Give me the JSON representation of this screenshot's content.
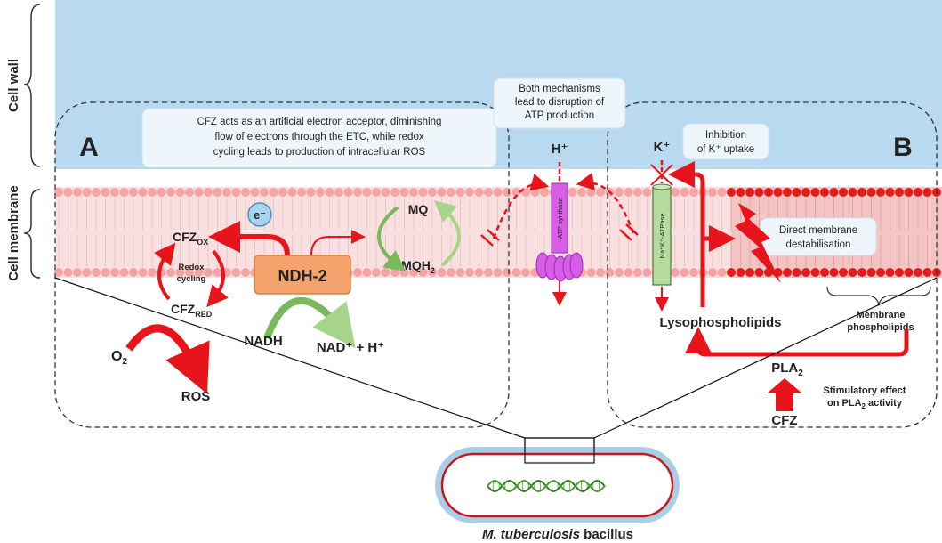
{
  "side_labels": {
    "cell_wall": "Cell wall",
    "cell_membrane": "Cell membrane"
  },
  "panels": {
    "a": {
      "letter": "A",
      "info": [
        "CFZ acts as an artificial electron acceptor, diminishing",
        "flow of electrons through the ETC, while redox",
        "cycling leads to production of intracellular ROS"
      ]
    },
    "b": {
      "letter": "B"
    }
  },
  "center_note": [
    "Both mechanisms",
    "lead to disruption of",
    "ATP production"
  ],
  "k_note": [
    "Inhibition",
    "of K⁺ uptake"
  ],
  "destab_note": [
    "Direct membrane",
    "destabilisation"
  ],
  "labels": {
    "electron": "e⁻",
    "cfz_ox": "CFZ",
    "cfz_ox_sub": "OX",
    "cfz_red": "CFZ",
    "cfz_red_sub": "RED",
    "redox": [
      "Redox",
      "cycling"
    ],
    "ndh2": "NDH-2",
    "mq": "MQ",
    "mqh2": "MQH",
    "mqh2_sub": "2",
    "nadh": "NADH",
    "nad": "NAD⁺ + H⁺",
    "o2": "O",
    "o2_sub": "2",
    "ros": "ROS",
    "h_ion": "H⁺",
    "k_ion": "K⁺",
    "atp_synthase": "ATP synthase",
    "nak_atpase": "Na⁺K⁺-ATPase",
    "lysophospholipids": "Lysophospholipids",
    "membrane_phospholipids": [
      "Membrane",
      "phospholipids"
    ],
    "pla2": "PLA",
    "pla2_sub": "2",
    "cfz_b": "CFZ",
    "stimulatory": [
      "Stimulatory effect",
      "on PLA"
    ],
    "stimulatory_sub": "2",
    "stimulatory_tail": " activity",
    "bacillus": "M. tuberculosis",
    "bacillus_tail": " bacillus"
  },
  "colors": {
    "cell_wall": "#b8d9ef",
    "membrane": "#f9e0e0",
    "lipid_head": "#f4a4a4",
    "lipid_head_dark": "#e31b1b",
    "arrow_red": "#e8141b",
    "arrow_green": "#79b85c",
    "ndh2_fill": "#f4a36d",
    "ndh2_text": "#c0392b",
    "atp_synthase": "#d65de6",
    "nak_atpase": "#b5dba0",
    "electron": "#a9d4f0"
  },
  "icons": [
    "electron-icon",
    "lightning-icon",
    "dna-icon",
    "inhibition-icon"
  ]
}
